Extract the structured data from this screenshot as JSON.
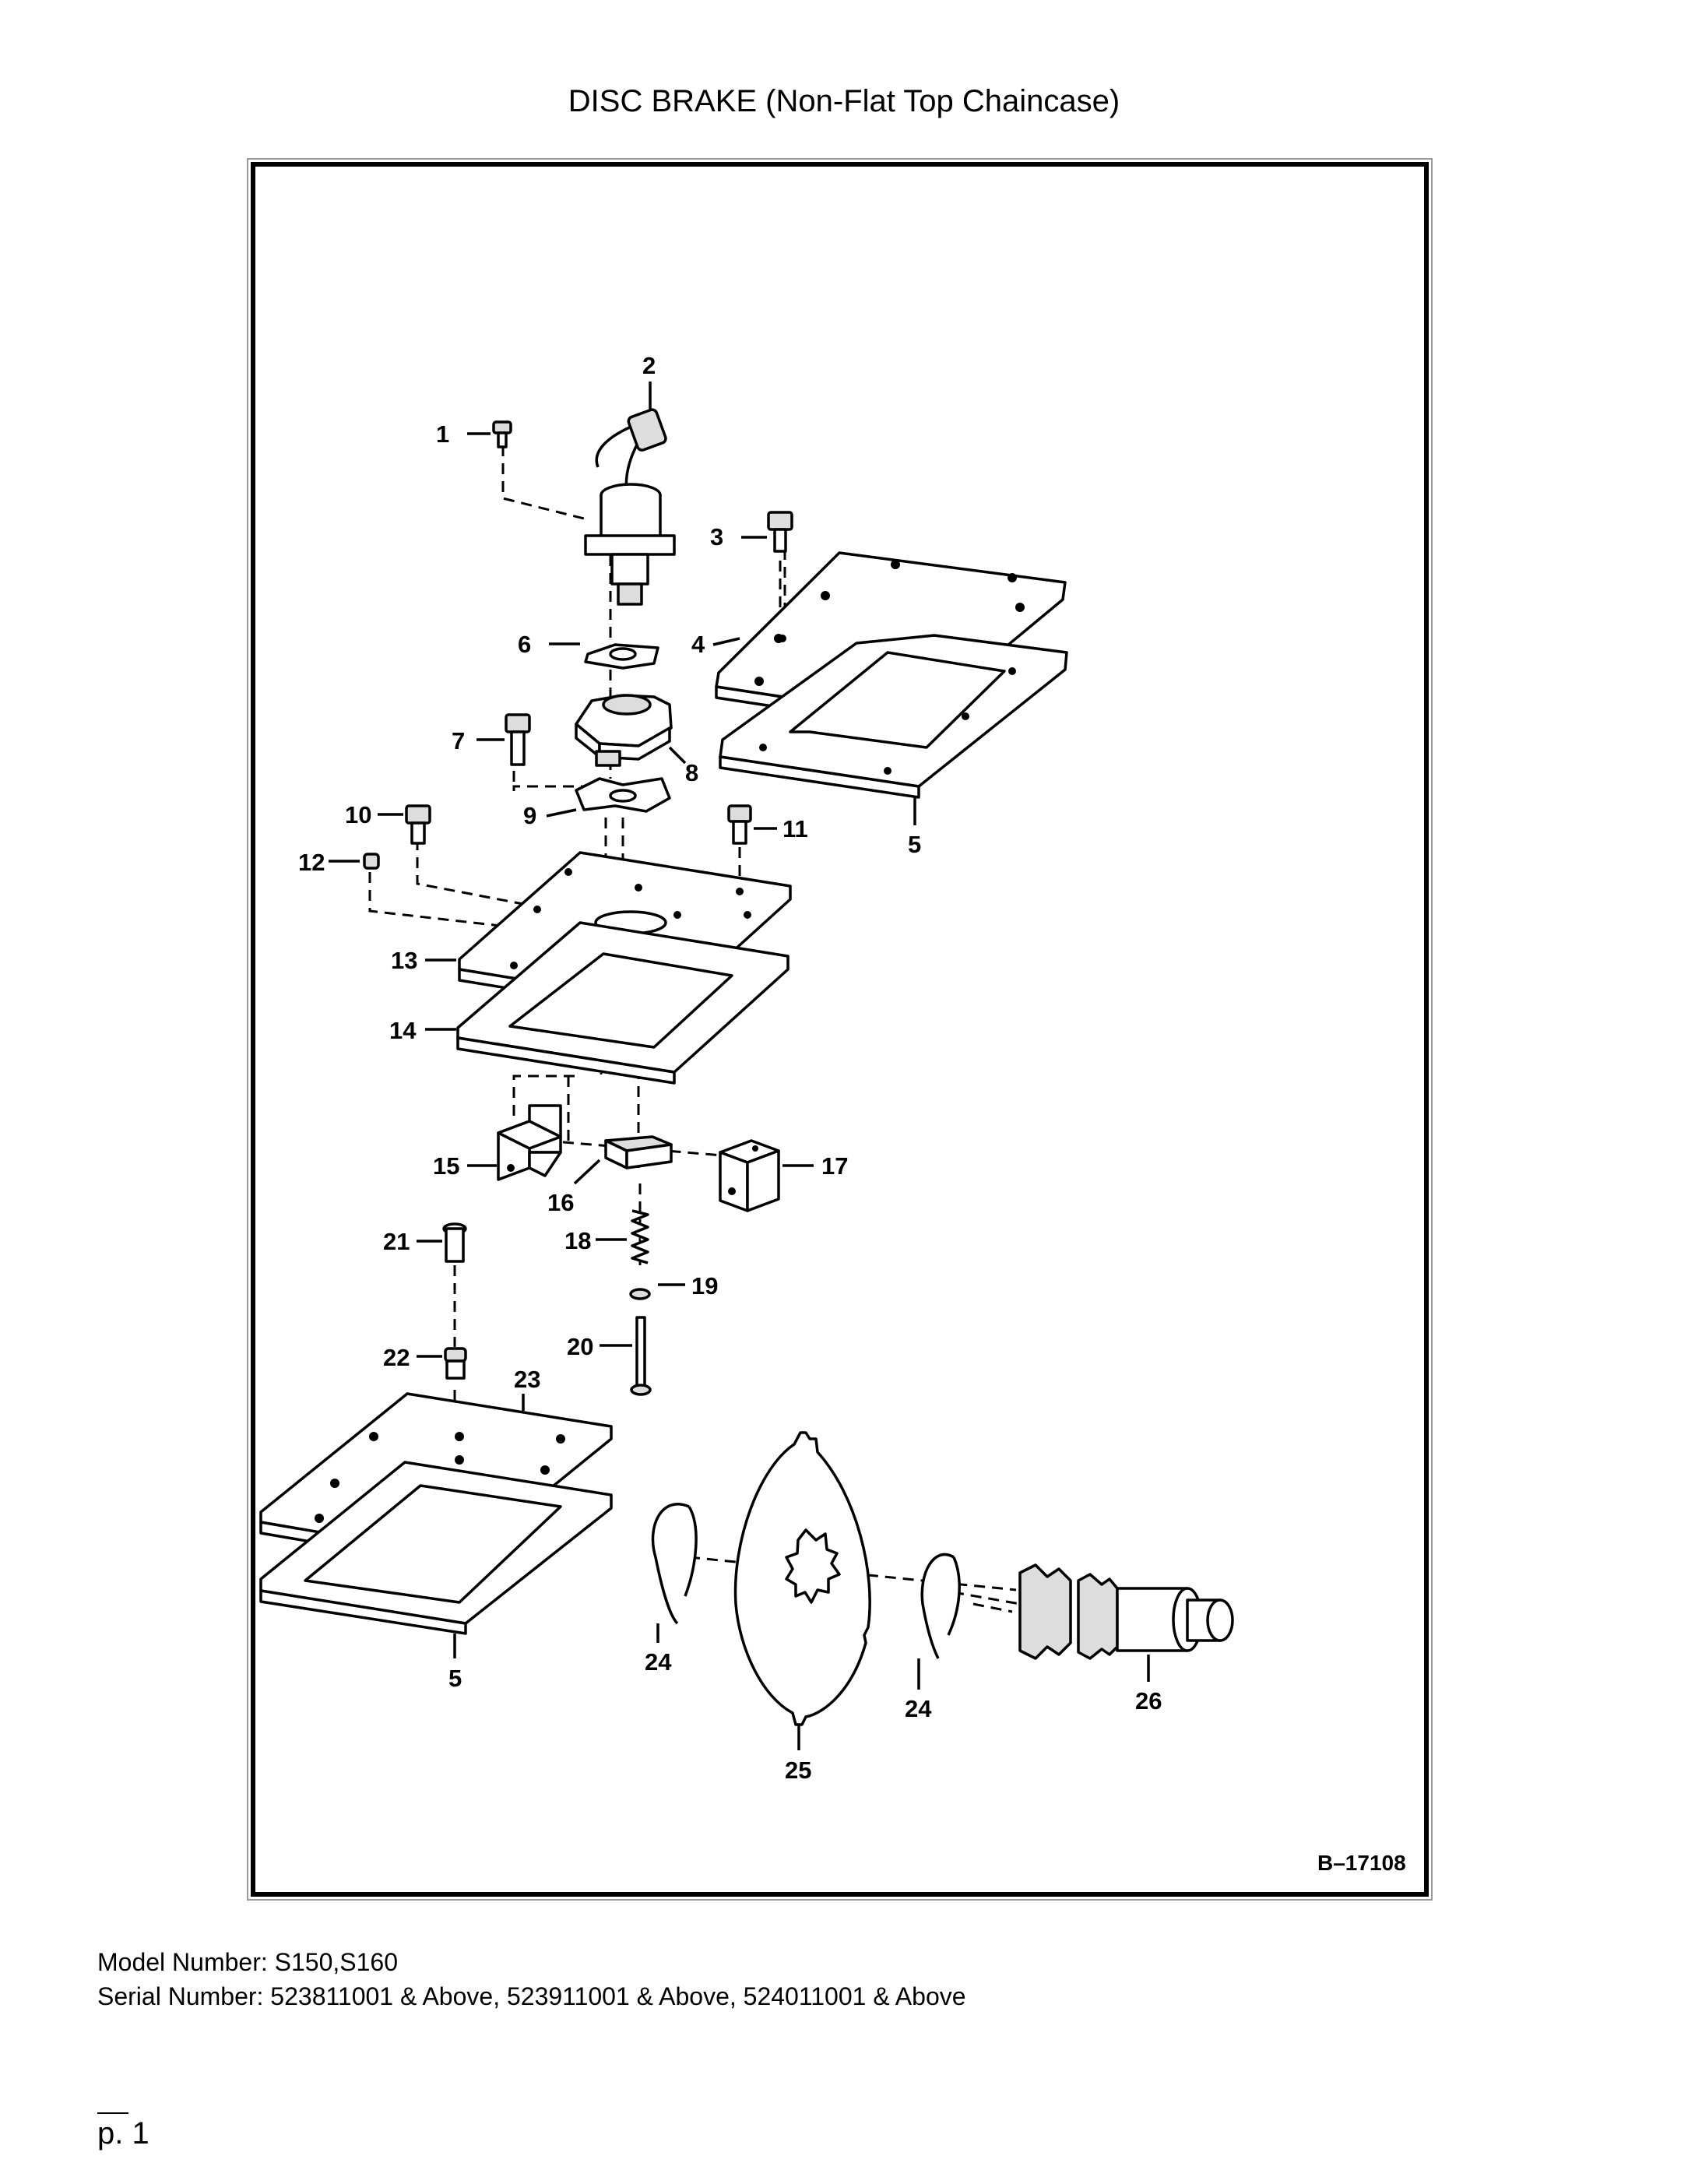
{
  "title": "DISC BRAKE (Non-Flat Top Chaincase)",
  "drawing_ref": "B–17108",
  "callouts": [
    "1",
    "2",
    "3",
    "4",
    "5",
    "6",
    "7",
    "8",
    "9",
    "10",
    "11",
    "12",
    "13",
    "14",
    "15",
    "16",
    "17",
    "18",
    "19",
    "20",
    "21",
    "22",
    "23",
    "24",
    "25",
    "26"
  ],
  "callouts_repeat": {
    "five_b": "5",
    "twenty_four_b": "24"
  },
  "footer": {
    "model": "Model Number: S150,S160",
    "serial": "Serial Number: 523811001 & Above, 523911001 & Above, 524011001 & Above"
  },
  "page": "p. 1"
}
